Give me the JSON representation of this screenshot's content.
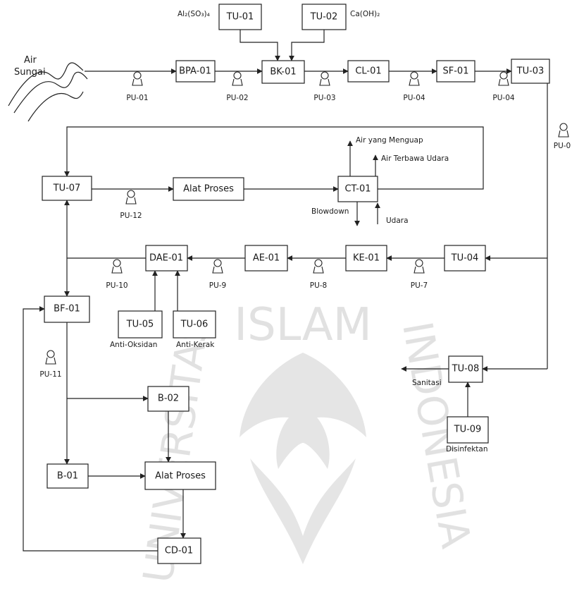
{
  "source_label": [
    "Air",
    "Sungai"
  ],
  "equipment": {
    "bpa01": "BPA-01",
    "bk01": "BK-01",
    "cl01": "CL-01",
    "sf01": "SF-01",
    "tu01": "TU-01",
    "tu02": "TU-02",
    "tu03": "TU-03",
    "tu04": "TU-04",
    "tu05": "TU-05",
    "tu06": "TU-06",
    "tu07": "TU-07",
    "tu08": "TU-08",
    "tu09": "TU-09",
    "ke01": "KE-01",
    "ae01": "AE-01",
    "dae01": "DAE-01",
    "bf01": "BF-01",
    "ct01": "CT-01",
    "alat_proses_1": "Alat Proses",
    "alat_proses_2": "Alat Proses",
    "b01": "B-01",
    "b02": "B-02",
    "cd01": "CD-01"
  },
  "pumps": {
    "pu01": "PU-01",
    "pu02": "PU-02",
    "pu03": "PU-03",
    "pu04a": "PU-04",
    "pu04b": "PU-04",
    "pu05": "PU-0",
    "pu07": "PU-7",
    "pu08": "PU-8",
    "pu09": "PU-9",
    "pu10": "PU-10",
    "pu11": "PU-11",
    "pu12": "PU-12"
  },
  "labels": {
    "alum": "Al₂(SO₃)₄",
    "caoh": "Ca(OH)₂",
    "air_menguap": "Air yang Menguap",
    "air_terbawa": "Air Terbawa Udara",
    "blowdown": "Blowdown",
    "udara": "Udara",
    "anti_oksidan": "Anti-Oksidan",
    "anti_kerak": "Anti-Kerak",
    "sanitasi": "Sanitasi",
    "disinfektan": "Disinfektan"
  },
  "watermark": {
    "top": "ISLAM",
    "right": "INDONESIA",
    "left": "UNIVERSITAS"
  }
}
